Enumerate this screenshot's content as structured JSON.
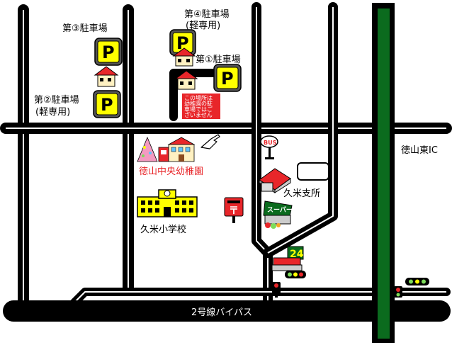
{
  "colors": {
    "road": "#000000",
    "road_inner": "#ffffff",
    "expressway": "#0b6b1e",
    "parking_sign": "#ffff00",
    "highlight_red": "#e8262a",
    "school_yellow": "#ffff00",
    "background": "#ffffff"
  },
  "labels": {
    "parking_1": "第①駐車場",
    "parking_2_line1": "第②駐車場",
    "parking_2_line2": "(軽専用)",
    "parking_3": "第③駐車場",
    "parking_4_line1": "第④駐車場",
    "parking_4_line2": "(軽専用)",
    "kindergarten": "徳山中央幼稚園",
    "school": "久米小学校",
    "branch": "久米支所",
    "interchange": "徳山東IC",
    "bypass": "2号線バイパス",
    "bus_stop": "BUS",
    "supermarket": "スーパー",
    "convenience_store": "24",
    "parking_mark": "P",
    "notice_lines": [
      "この場所は",
      "幼稚園の駐",
      "車場ではご",
      "ざいません"
    ]
  },
  "icons": {
    "parking": "parking-sign-icon",
    "house": "house-icon",
    "kindergarten": "kindergarten-building-icon",
    "pointer": "pointing-hand-icon",
    "school": "school-building-icon",
    "post": "post-box-icon",
    "bus": "bus-stop-icon",
    "branch": "branch-office-icon",
    "supermarket": "supermarket-icon",
    "convenience": "convenience-store-icon",
    "traffic_light": "traffic-light-icon"
  }
}
